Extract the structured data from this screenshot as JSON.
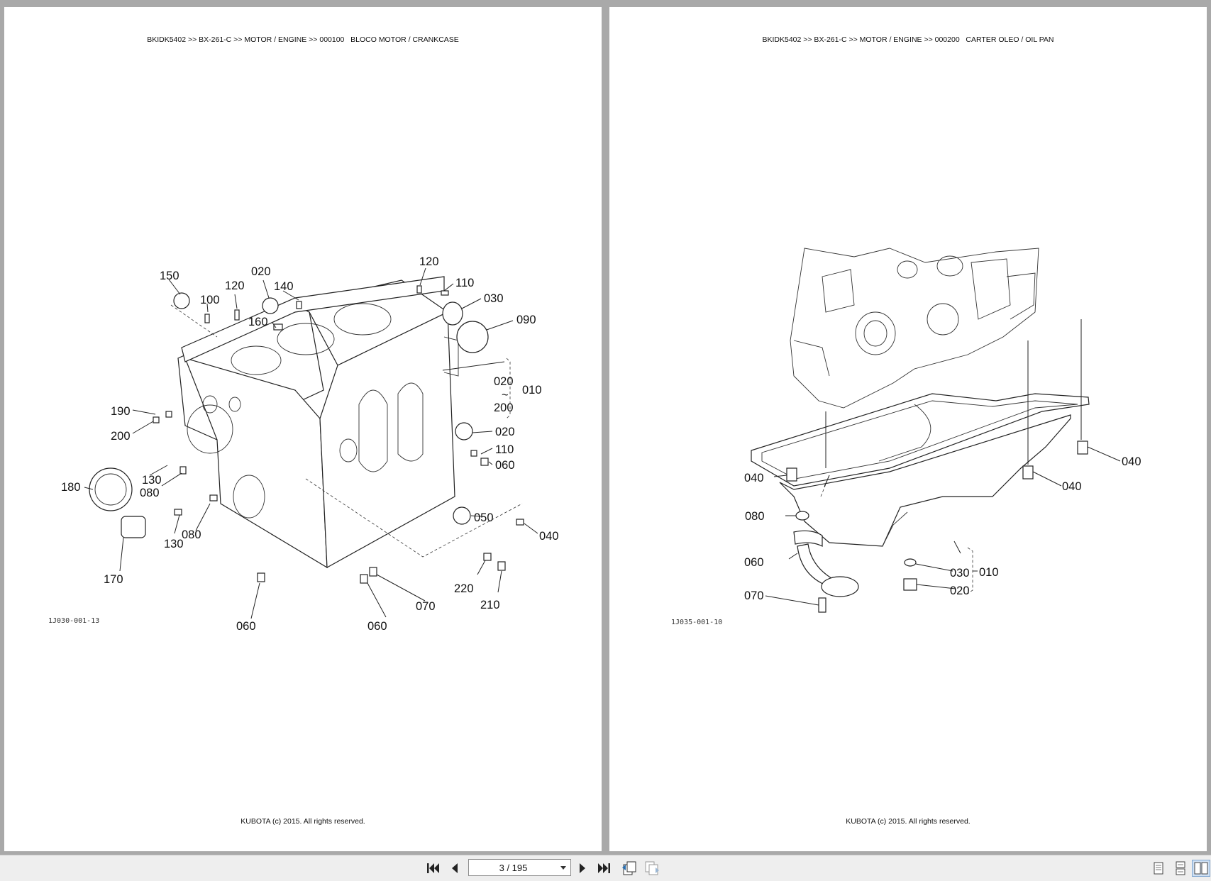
{
  "pages": [
    {
      "header": "BKIDK5402 >> BX-261-C >> MOTOR / ENGINE >> 000100   BLOCO MOTOR / CRANKCASE",
      "drawing_code": "1J030-001-13",
      "callouts": [
        "150",
        "100",
        "120",
        "020",
        "140",
        "160",
        "120",
        "110",
        "030",
        "090",
        "020",
        "~",
        "200",
        "010",
        "190",
        "200",
        "180",
        "130",
        "080",
        "130",
        "080",
        "170",
        "020",
        "110",
        "060",
        "050",
        "040",
        "220",
        "210",
        "070",
        "060",
        "060"
      ],
      "footer": "KUBOTA (c) 2015. All rights reserved."
    },
    {
      "header": "BKIDK5402 >> BX-261-C >> MOTOR / ENGINE >> 000200   CARTER OLEO / OIL PAN",
      "drawing_code": "1J035-001-10",
      "callouts": [
        "040",
        "040",
        "040",
        "080",
        "060",
        "070",
        "030",
        "010",
        "020"
      ],
      "footer": "KUBOTA (c) 2015. All rights reserved."
    }
  ],
  "toolbar": {
    "page_indicator": "3 / 195",
    "icons": [
      "first-page-icon",
      "prev-page-icon",
      "next-page-icon",
      "last-page-icon",
      "back-view-icon",
      "forward-view-icon",
      "single-page-icon",
      "continuous-page-icon",
      "two-page-icon"
    ]
  }
}
